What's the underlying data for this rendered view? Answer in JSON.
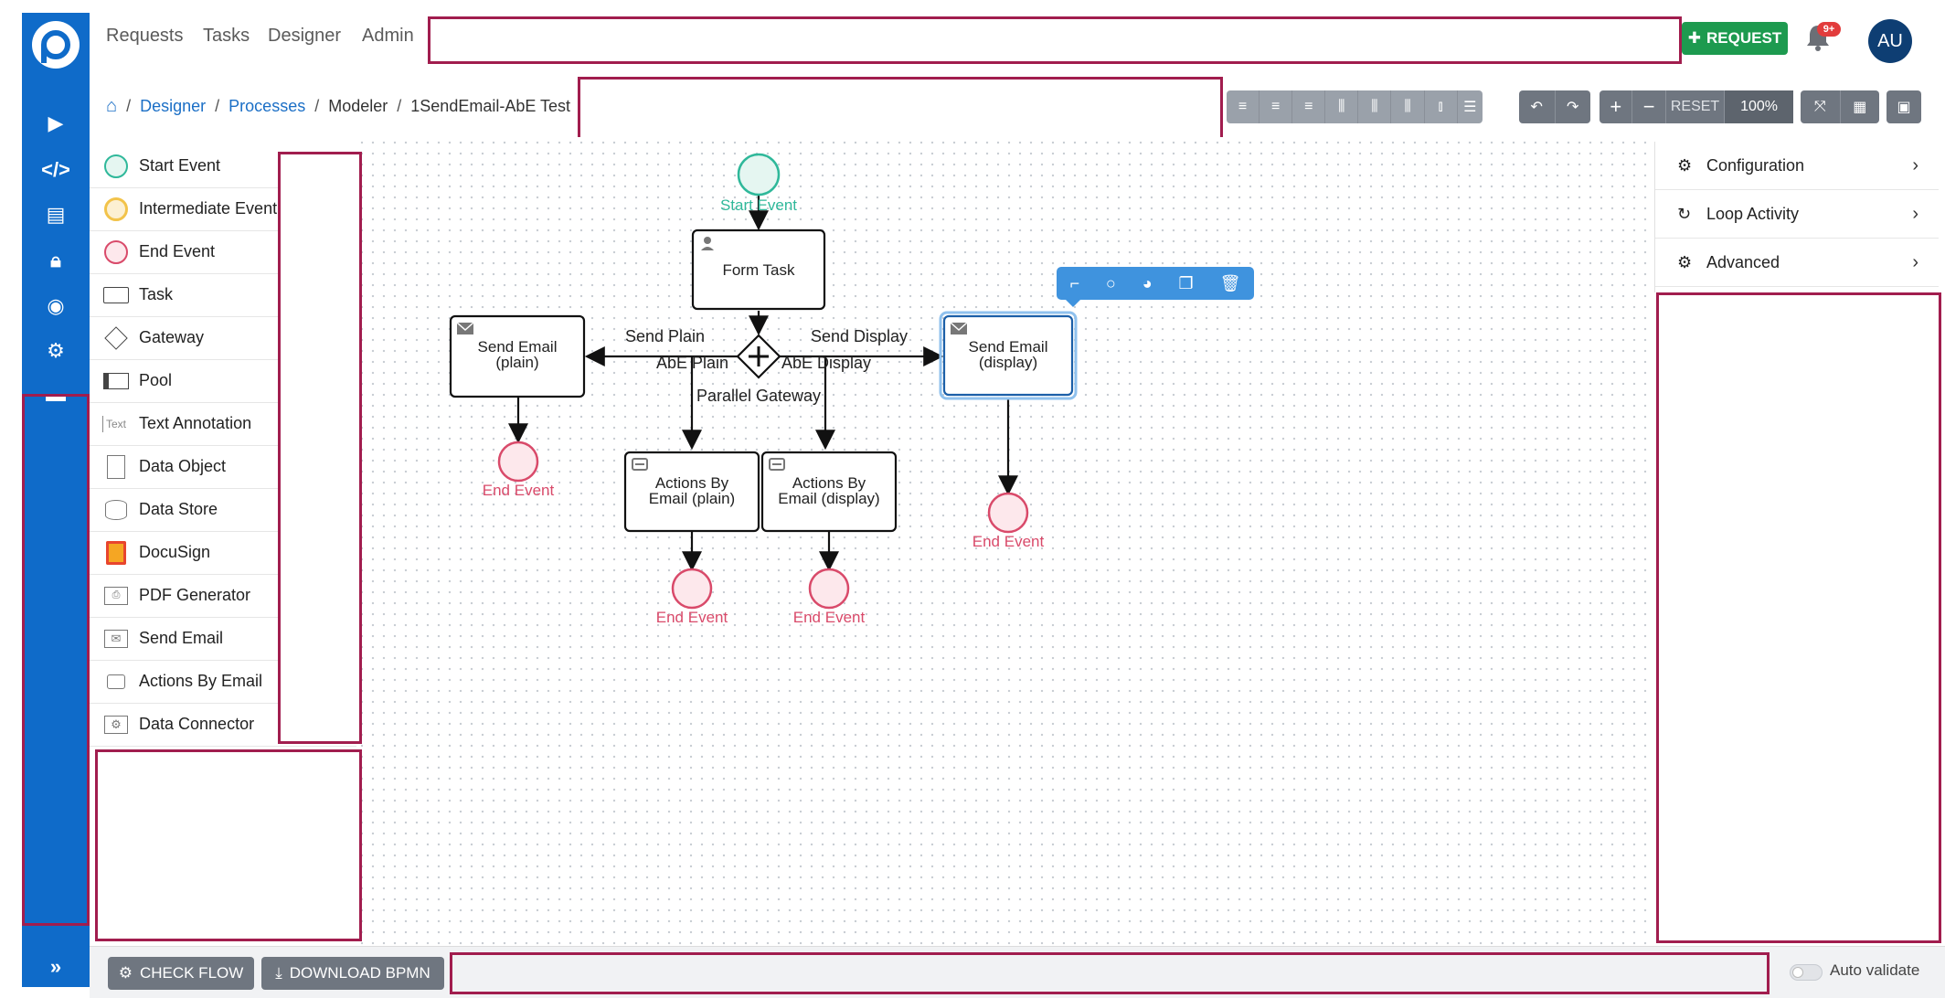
{
  "nav": {
    "items": [
      "Requests",
      "Tasks",
      "Designer",
      "Admin"
    ]
  },
  "header": {
    "request_label": "REQUEST",
    "badge": "9+",
    "avatar": "AU"
  },
  "breadcrumb": {
    "items": [
      "Designer",
      "Processes",
      "Modeler",
      "1SendEmail-AbE Test"
    ]
  },
  "toolbar": {
    "reset": "RESET",
    "zoom": "100%"
  },
  "palette": {
    "items": [
      {
        "label": "Start Event",
        "icon": "start-event-icon"
      },
      {
        "label": "Intermediate Event",
        "icon": "intermediate-event-icon"
      },
      {
        "label": "End Event",
        "icon": "end-event-icon"
      },
      {
        "label": "Task",
        "icon": "task-icon"
      },
      {
        "label": "Gateway",
        "icon": "gateway-icon"
      },
      {
        "label": "Pool",
        "icon": "pool-icon"
      },
      {
        "label": "Text Annotation",
        "icon": "text-annotation-icon",
        "icon_text": "Text"
      },
      {
        "label": "Data Object",
        "icon": "data-object-icon"
      },
      {
        "label": "Data Store",
        "icon": "data-store-icon"
      },
      {
        "label": "DocuSign",
        "icon": "docusign-icon"
      },
      {
        "label": "PDF Generator",
        "icon": "pdf-generator-icon"
      },
      {
        "label": "Send Email",
        "icon": "send-email-icon"
      },
      {
        "label": "Actions By Email",
        "icon": "actions-by-email-icon"
      },
      {
        "label": "Data Connector",
        "icon": "data-connector-icon"
      }
    ]
  },
  "diagram": {
    "start_event": "Start Event",
    "form_task": "Form Task",
    "gateway_label": "Parallel Gateway",
    "send_email_plain": [
      "Send Email",
      "(plain)"
    ],
    "send_email_display": [
      "Send Email",
      "(display)"
    ],
    "abe_plain": [
      "Actions By",
      "Email (plain)"
    ],
    "abe_display": [
      "Actions By",
      "Email (display)"
    ],
    "flow_send_plain": "Send Plain",
    "flow_abe_plain": "AbE Plain",
    "flow_send_display": "Send Display",
    "flow_abe_display": "AbE Display",
    "end_event": "End Event"
  },
  "inspector": {
    "items": [
      {
        "label": "Configuration",
        "icon": "gear-icon"
      },
      {
        "label": "Loop Activity",
        "icon": "loop-icon"
      },
      {
        "label": "Advanced",
        "icon": "gears-icon"
      }
    ]
  },
  "footer": {
    "check_flow": "CHECK FLOW",
    "download": "DOWNLOAD BPMN",
    "auto_validate": "Auto validate"
  },
  "colors": {
    "brand": "#0f6bc9",
    "start": "#2fb89a",
    "end": "#d94a6a",
    "request": "#1d9a4f",
    "selection": "#3f93de"
  }
}
